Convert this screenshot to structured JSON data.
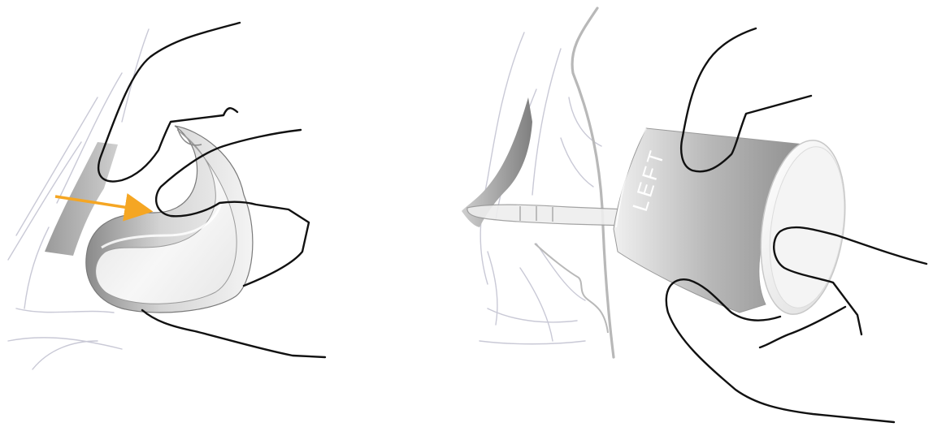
{
  "illustrations": [
    {
      "id": "insertion-pinch",
      "arrow_color": "#f5a623"
    },
    {
      "id": "applicator-insertion",
      "applicator_label": "LEFT"
    }
  ],
  "colors": {
    "outline": "#111111",
    "faint_contour": "#c9c9d6",
    "body_contour": "#b8b8b8",
    "cup_shade_dark": "#8a8a8a",
    "cup_shade_light": "#f4f4f4",
    "arrow": "#f5a623"
  }
}
